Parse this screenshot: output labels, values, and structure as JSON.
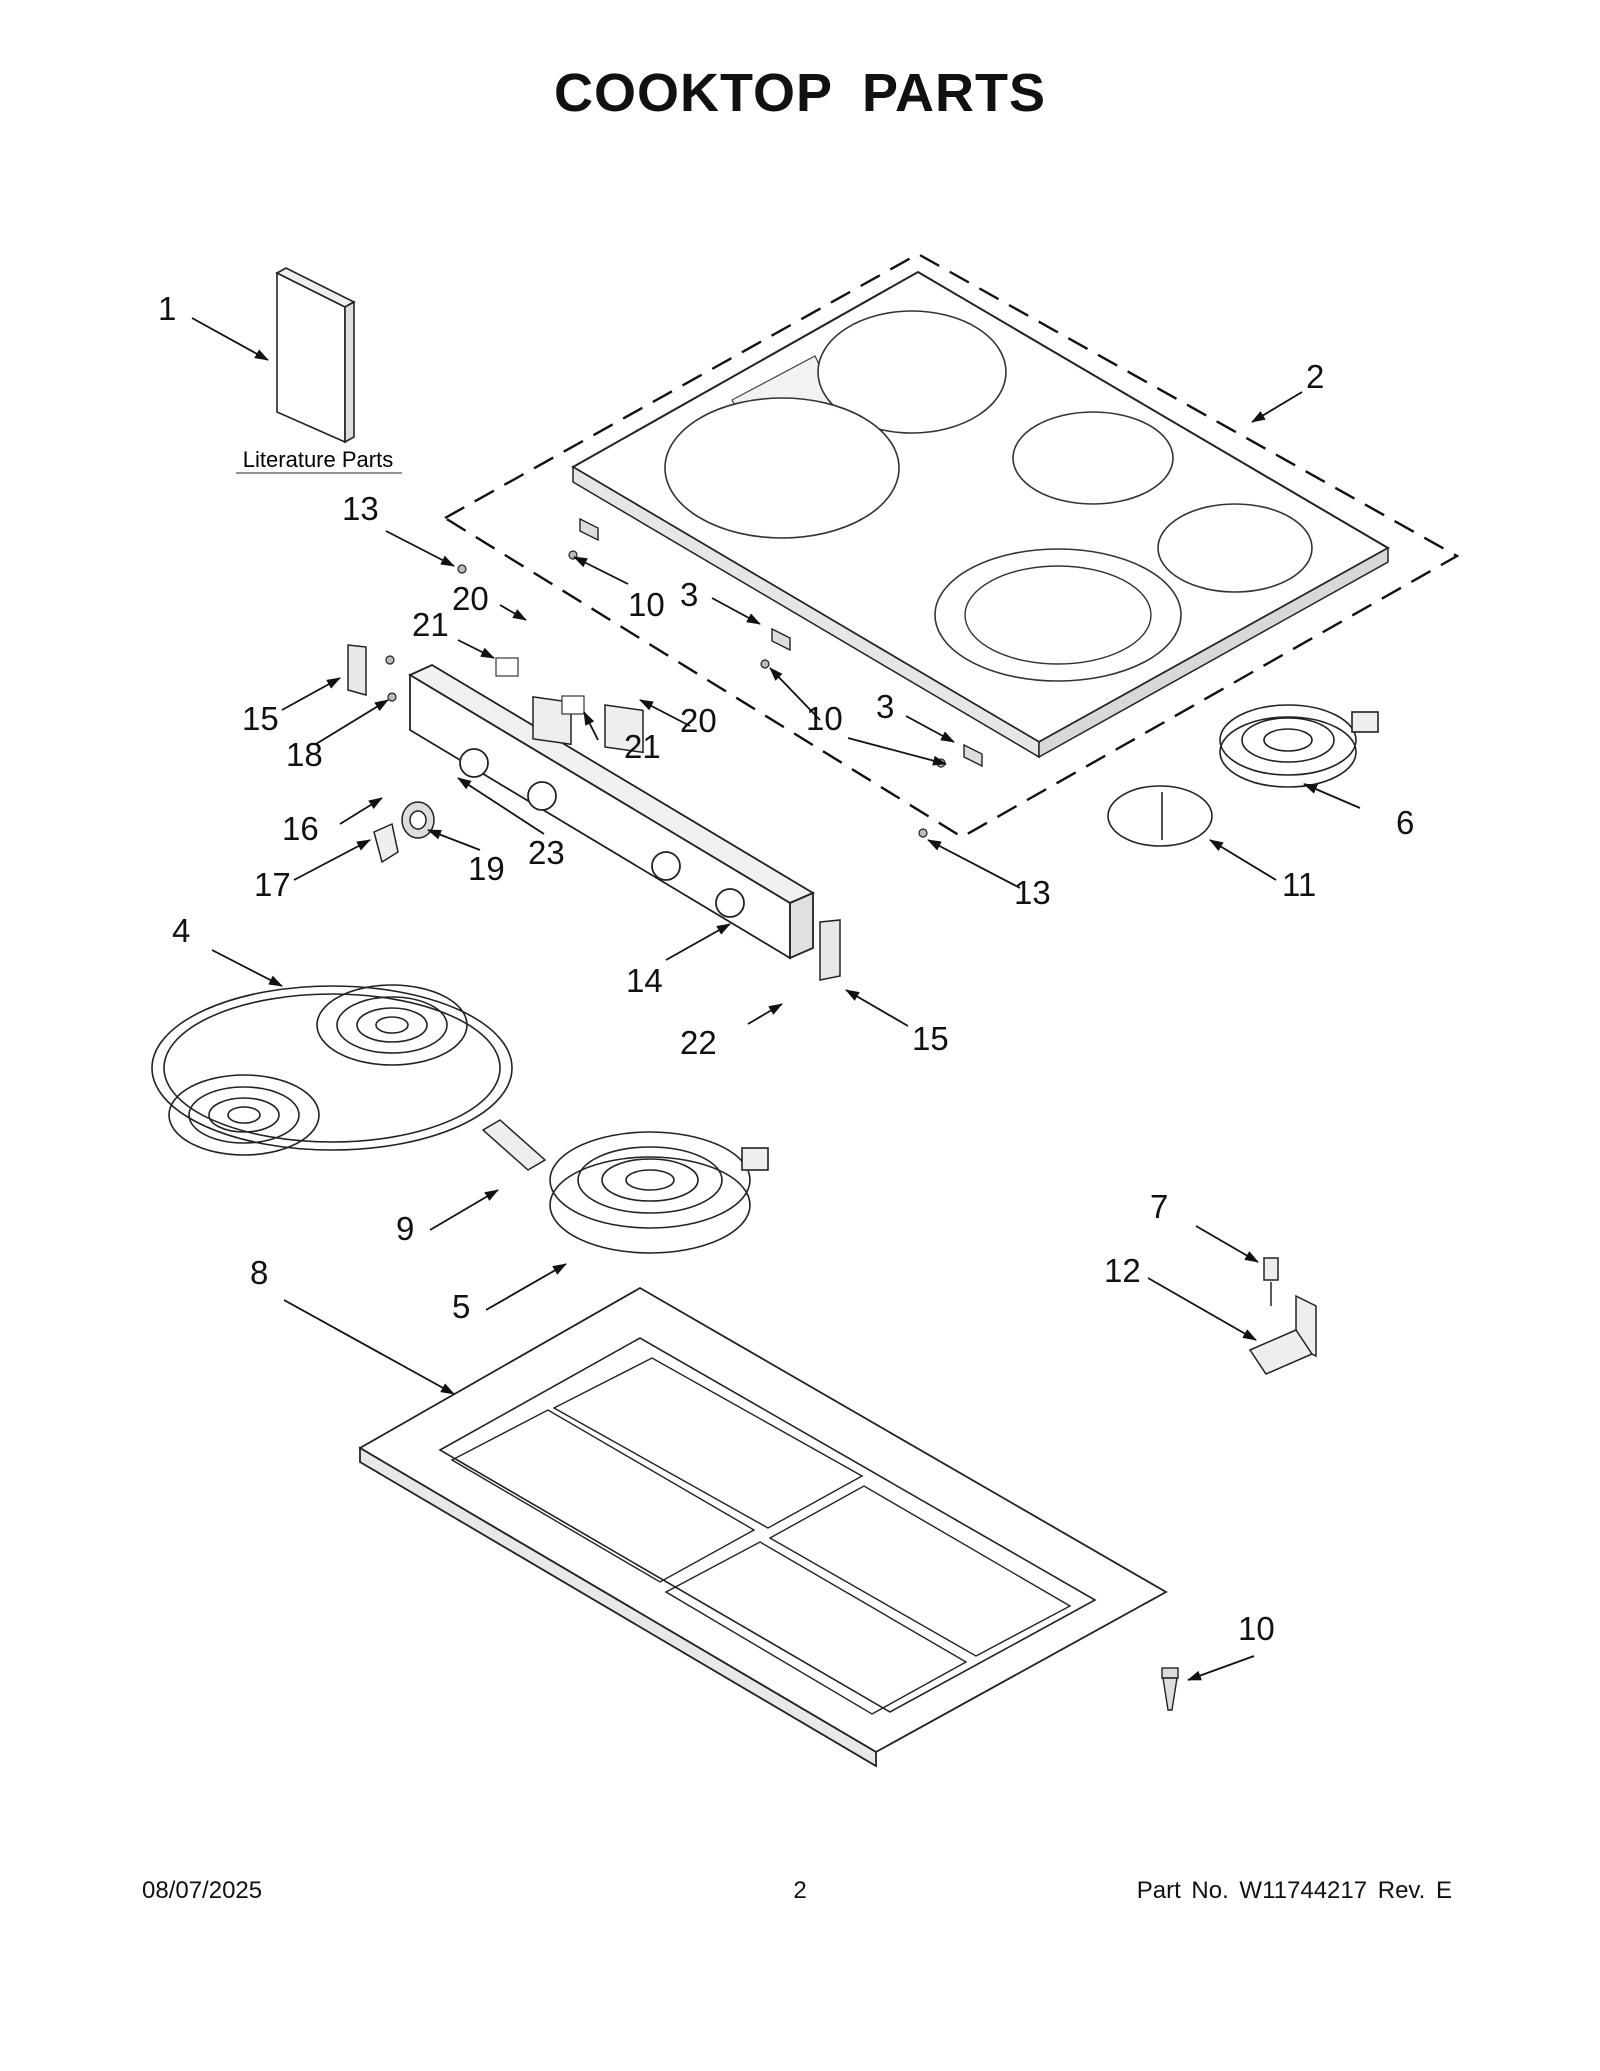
{
  "title": "COOKTOP PARTS",
  "literature_label": "Literature Parts",
  "callouts": [
    {
      "id": "c1",
      "label": "1"
    },
    {
      "id": "c2",
      "label": "2"
    },
    {
      "id": "c3a",
      "label": "3"
    },
    {
      "id": "c3b",
      "label": "3"
    },
    {
      "id": "c4",
      "label": "4"
    },
    {
      "id": "c5",
      "label": "5"
    },
    {
      "id": "c6",
      "label": "6"
    },
    {
      "id": "c7",
      "label": "7"
    },
    {
      "id": "c8",
      "label": "8"
    },
    {
      "id": "c9",
      "label": "9"
    },
    {
      "id": "c10a",
      "label": "10"
    },
    {
      "id": "c10b",
      "label": "10"
    },
    {
      "id": "c10c",
      "label": "10"
    },
    {
      "id": "c11",
      "label": "11"
    },
    {
      "id": "c12",
      "label": "12"
    },
    {
      "id": "c13a",
      "label": "13"
    },
    {
      "id": "c13b",
      "label": "13"
    },
    {
      "id": "c14",
      "label": "14"
    },
    {
      "id": "c15a",
      "label": "15"
    },
    {
      "id": "c15b",
      "label": "15"
    },
    {
      "id": "c16",
      "label": "16"
    },
    {
      "id": "c17",
      "label": "17"
    },
    {
      "id": "c18",
      "label": "18"
    },
    {
      "id": "c19",
      "label": "19"
    },
    {
      "id": "c20a",
      "label": "20"
    },
    {
      "id": "c20b",
      "label": "20"
    },
    {
      "id": "c21a",
      "label": "21"
    },
    {
      "id": "c21b",
      "label": "21"
    },
    {
      "id": "c22",
      "label": "22"
    },
    {
      "id": "c23",
      "label": "23"
    }
  ],
  "footer": {
    "date": "08/07/2025",
    "page": "2",
    "part_number": "Part No.  W11744217  Rev.  E"
  }
}
